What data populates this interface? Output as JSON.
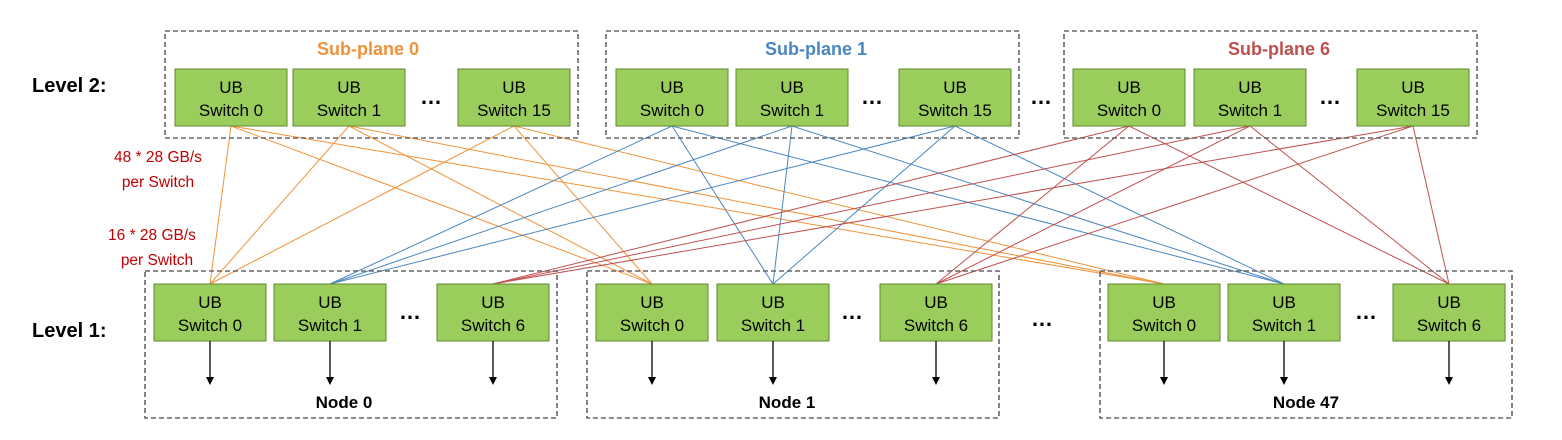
{
  "level_labels": {
    "level2": "Level 2:",
    "level1": "Level 1:"
  },
  "switch_prefix": "UB",
  "ellipsis": "…",
  "subplanes": [
    {
      "title": "Sub-plane 0",
      "color": "#f0923a",
      "switches": [
        "Switch 0",
        "Switch 1",
        "Switch 15"
      ]
    },
    {
      "title": "Sub-plane 1",
      "color": "#4a86c0",
      "switches": [
        "Switch 0",
        "Switch 1",
        "Switch 15"
      ]
    },
    {
      "title": "Sub-plane 6",
      "color": "#c0504d",
      "switches": [
        "Switch 0",
        "Switch 1",
        "Switch 15"
      ]
    }
  ],
  "nodes": [
    {
      "label": "Node 0",
      "switches": [
        "Switch 0",
        "Switch 1",
        "Switch 6"
      ]
    },
    {
      "label": "Node 1",
      "switches": [
        "Switch 0",
        "Switch 1",
        "Switch 6"
      ]
    },
    {
      "label": "Node 47",
      "switches": [
        "Switch 0",
        "Switch 1",
        "Switch 6"
      ]
    }
  ],
  "bandwidth_annotations": [
    {
      "line1": "48 * 28 GB/s",
      "line2": "per Switch"
    },
    {
      "line1": "16 * 28 GB/s",
      "line2": "per Switch"
    }
  ],
  "colors": {
    "annotation": "#c00000",
    "switch_fill": "#9bcd5c",
    "box_border": "#666666"
  }
}
